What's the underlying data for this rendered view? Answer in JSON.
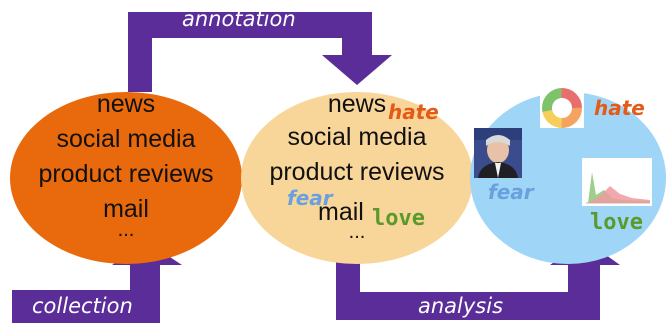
{
  "colors": {
    "arrow": "#5a2d98",
    "collection_ellipse": "#e96a0c",
    "annotation_ellipse": "#f8d69a",
    "analysis_ellipse": "#9fd6f7",
    "hate": "#e45a16",
    "fear": "#6aa0de",
    "love": "#5a9a2a"
  },
  "flow": {
    "annotation": "annotation",
    "collection": "collection",
    "analysis": "analysis"
  },
  "raw": {
    "sources": [
      "news",
      "social media",
      "product reviews",
      "mail",
      "..."
    ]
  },
  "annotated": {
    "sources": [
      "news",
      "social media",
      "product reviews",
      "mail",
      "..."
    ],
    "tags": {
      "hate": "hate",
      "fear": "fear",
      "love": "love"
    }
  },
  "analysis": {
    "labels": {
      "hate": "hate",
      "fear": "fear",
      "love": "love"
    },
    "icons": [
      "donut-chart-icon",
      "portrait-photo-icon",
      "area-chart-icon"
    ]
  }
}
